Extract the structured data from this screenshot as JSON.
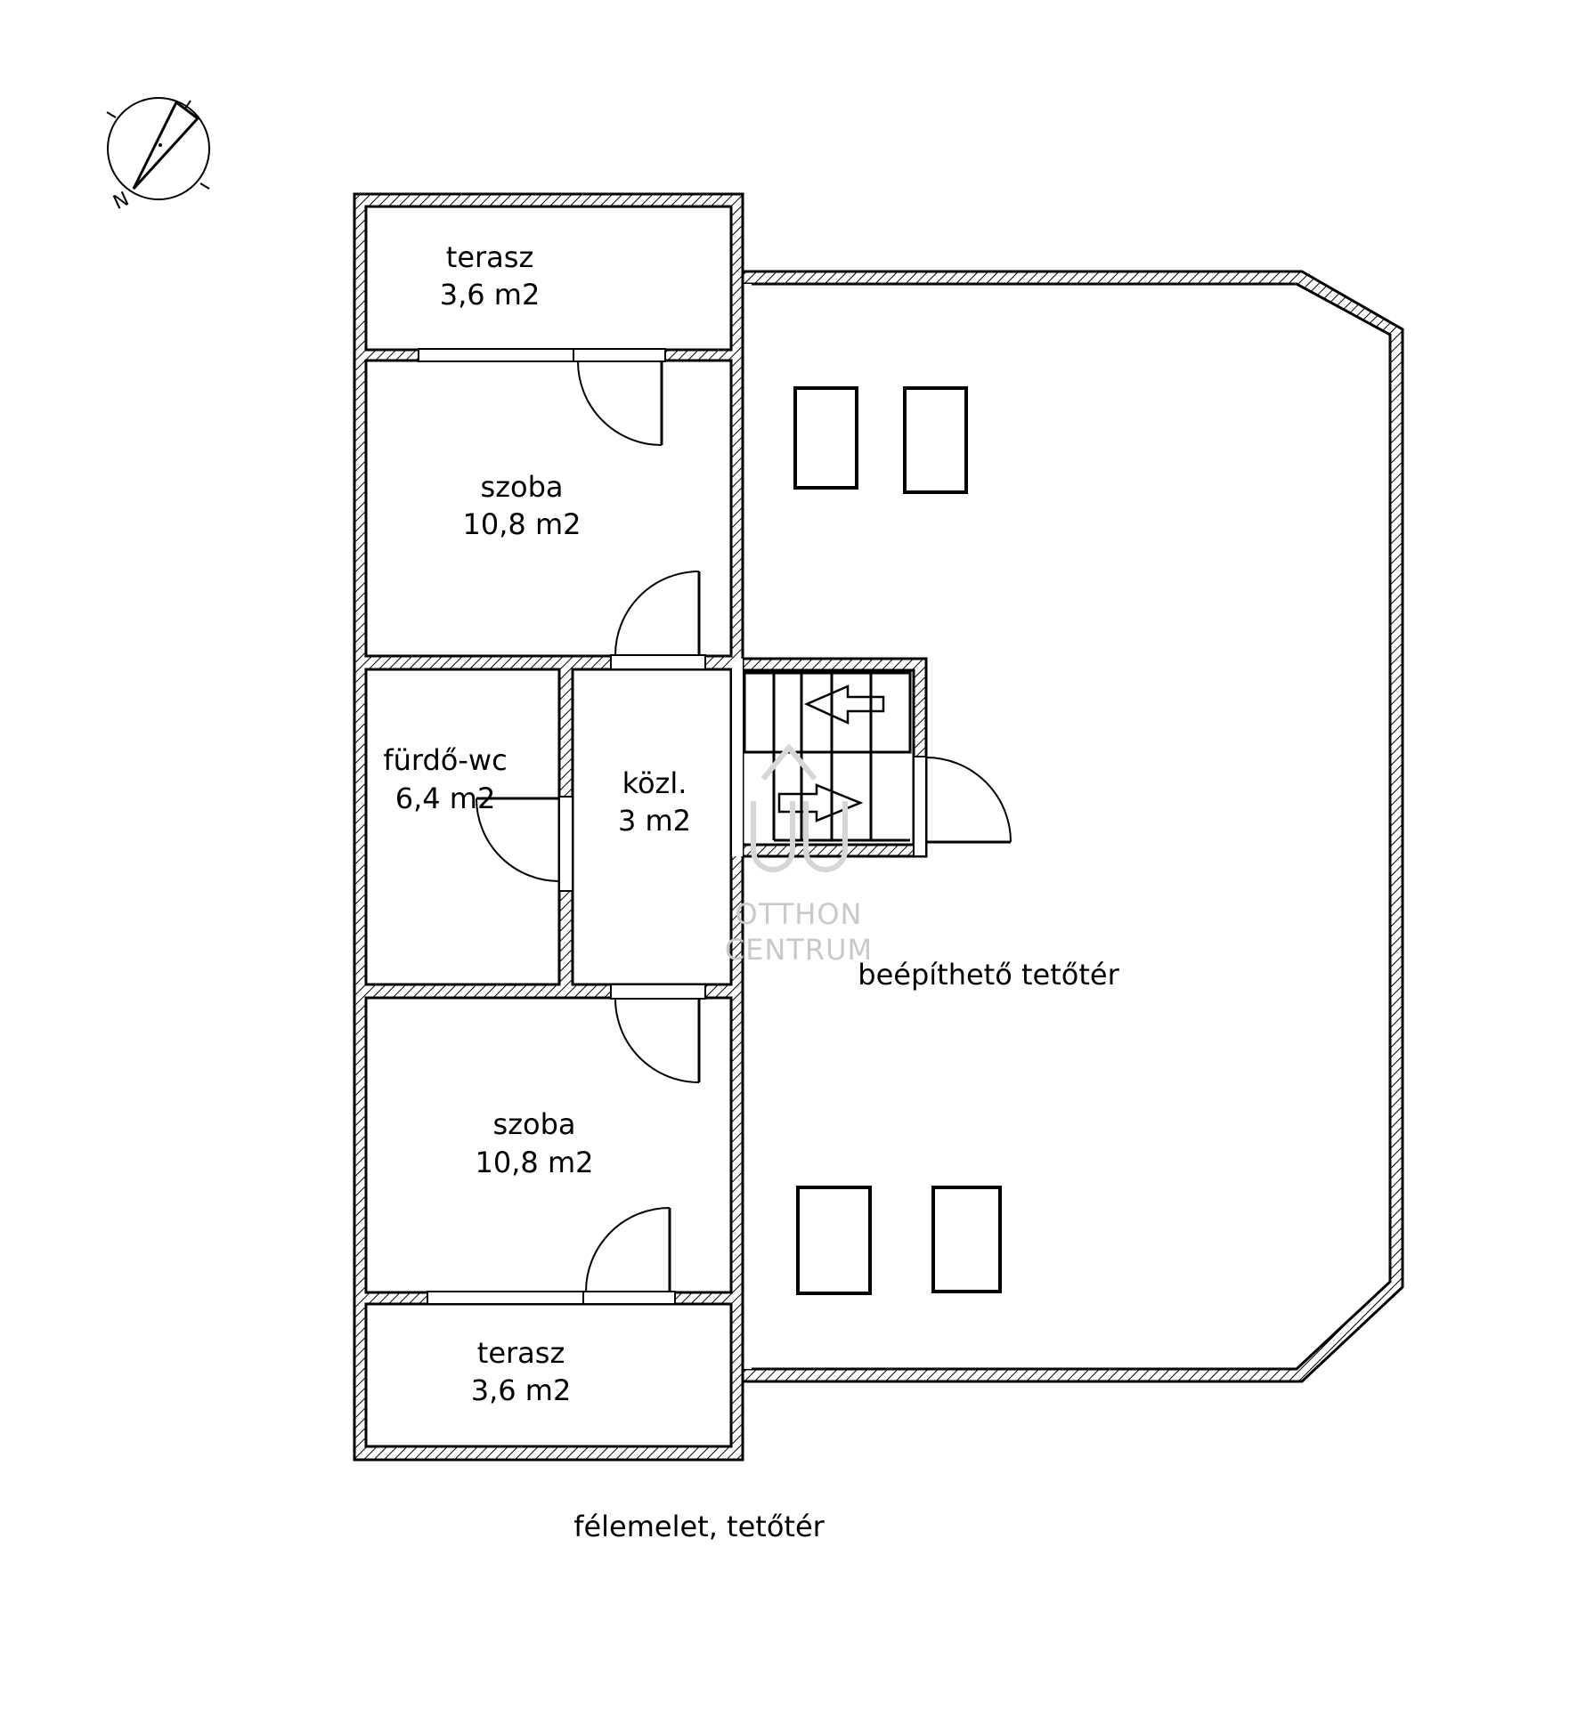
{
  "rooms": {
    "terasz_top": {
      "name": "terasz",
      "area": "3,6 m2"
    },
    "szoba_top": {
      "name": "szoba",
      "area": "10,8 m2"
    },
    "furdo": {
      "name": "fürdő-wc",
      "area": "6,4 m2"
    },
    "kozl": {
      "name": "közl.",
      "area": "3 m2"
    },
    "szoba_bottom": {
      "name": "szoba",
      "area": "10,8 m2"
    },
    "terasz_bottom": {
      "name": "terasz",
      "area": "3,6 m2"
    },
    "attic": {
      "name": "beépíthető tetőtér"
    }
  },
  "caption": "félemelet, tetőtér",
  "watermark": {
    "line1": "OTTHON",
    "line2": "CENTRUM"
  },
  "compass": {
    "north_label": "N"
  }
}
